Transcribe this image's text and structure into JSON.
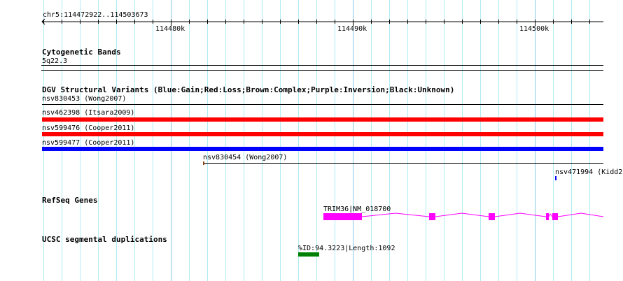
{
  "ruler": {
    "range_label": "chr5:114472922..114503673",
    "ticks": [
      "114480k",
      "114490k",
      "114500k"
    ]
  },
  "tracks": {
    "cytoband": {
      "title": "Cytogenetic Bands",
      "band": "5q22.3"
    },
    "dgv": {
      "title": "DGV Structural Variants (Blue:Gain;Red:Loss;Brown:Complex;Purple:Inversion;Black:Unknown)",
      "features": [
        {
          "label": "nsv830453 (Wong2007)",
          "color": "#000000"
        },
        {
          "label": "nsv462398 (Itsara2009)",
          "color": "#ff0000"
        },
        {
          "label": "nsv599476 (Cooper2011)",
          "color": "#ff0000"
        },
        {
          "label": "nsv599477 (Cooper2011)",
          "color": "#0000ff"
        },
        {
          "label": "nsv830454 (Wong2007)",
          "color": "#8b4513"
        },
        {
          "label": "nsv471994 (Kidd2",
          "color": "#0000ff"
        }
      ]
    },
    "refseq": {
      "title": "RefSeq Genes",
      "gene": "TRIM36|NM_018700",
      "color": "#ff00ff"
    },
    "segdup": {
      "title": "UCSC segmental duplications",
      "label": "%ID:94.3223|Length:1092",
      "color": "#008000"
    }
  }
}
